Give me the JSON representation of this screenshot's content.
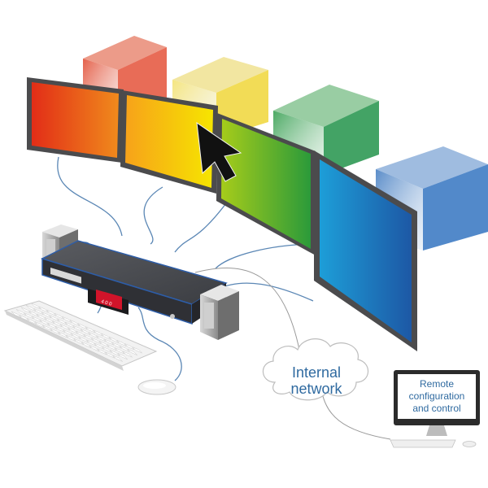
{
  "network_cloud": {
    "line1": "Internal",
    "line2": "network"
  },
  "remote_station": {
    "line1": "Remote",
    "line2": "configuration",
    "line3": "and control"
  },
  "kvm_switch": {
    "display_text": "4 0 0"
  },
  "colors": {
    "monitor_1": "#e8401c",
    "monitor_2": "#f2c200",
    "monitor_3": "#4aa81e",
    "monitor_4": "#1f84c8",
    "cable": "#5b87b5",
    "cloud_text": "#2f6aa0"
  }
}
